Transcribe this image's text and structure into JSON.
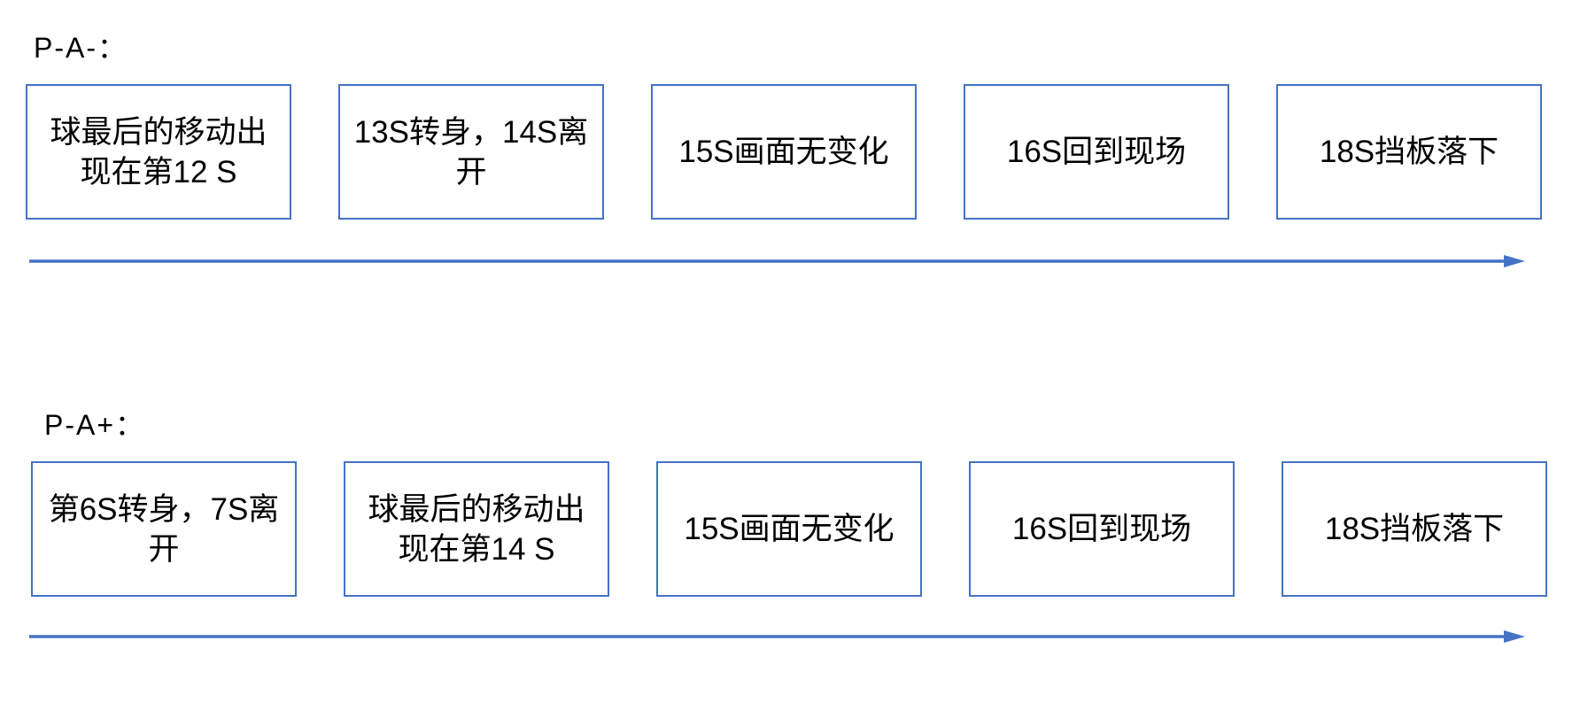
{
  "colors": {
    "accent_blue": "#4472C4",
    "text": "#000000",
    "background": "#ffffff"
  },
  "sections": [
    {
      "label": "P-A-：",
      "steps": [
        {
          "lines": [
            "球最后的移动出",
            "现在第12 S"
          ]
        },
        {
          "lines": [
            "13S转身，14S离",
            "开"
          ]
        },
        {
          "lines": [
            "15S画面无变化"
          ]
        },
        {
          "lines": [
            "16S回到现场"
          ]
        },
        {
          "lines": [
            "18S挡板落下"
          ]
        }
      ]
    },
    {
      "label": "P-A+：",
      "steps": [
        {
          "lines": [
            "第6S转身，7S离",
            "开"
          ]
        },
        {
          "lines": [
            "球最后的移动出",
            "现在第14 S"
          ]
        },
        {
          "lines": [
            "15S画面无变化"
          ]
        },
        {
          "lines": [
            "16S回到现场"
          ]
        },
        {
          "lines": [
            "18S挡板落下"
          ]
        }
      ]
    }
  ]
}
